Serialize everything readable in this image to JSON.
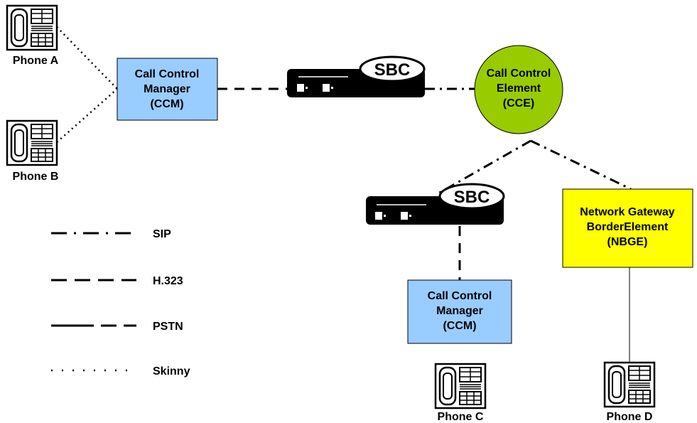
{
  "phones": {
    "a": {
      "label": "Phone A"
    },
    "b": {
      "label": "Phone B"
    },
    "c": {
      "label": "Phone C"
    },
    "d": {
      "label": "Phone D"
    }
  },
  "ccm_top": {
    "line1": "Call Control",
    "line2": "Manager",
    "line3": "(CCM)"
  },
  "ccm_bottom": {
    "line1": "Call Control",
    "line2": "Manager",
    "line3": "(CCM)"
  },
  "cce": {
    "line1": "Call Control",
    "line2": "Element",
    "line3": "(CCE)"
  },
  "nbge": {
    "line1": "Network Gateway",
    "line2": "BorderElement",
    "line3": "(NBGE)"
  },
  "sbc_top": {
    "label": "SBC"
  },
  "sbc_bottom": {
    "label": "SBC"
  },
  "legend": {
    "sip": "SIP",
    "h323": "H.323",
    "pstn": "PSTN",
    "skinny": "Skinny"
  },
  "colors": {
    "ccm_fill": "#99ccff",
    "cce_fill": "#99cc00",
    "nbge_fill": "#ffff00",
    "device_fill": "#000000"
  }
}
